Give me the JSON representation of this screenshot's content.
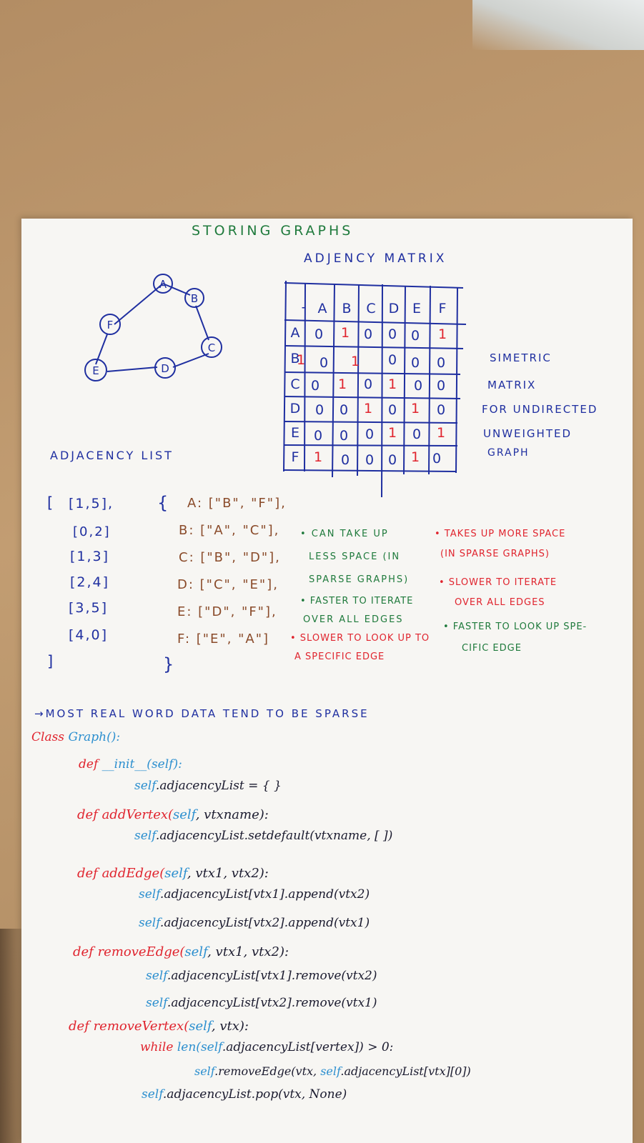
{
  "title": "STORING GRAPHS",
  "matrix": {
    "title": "ADJENCY MATRIX",
    "header": [
      "-",
      "A",
      "B",
      "C",
      "D",
      "E",
      "F"
    ],
    "rows": [
      {
        "label": "A",
        "cells": [
          "0",
          "1",
          "0",
          "0",
          "0",
          "1"
        ]
      },
      {
        "label": "B",
        "cells": [
          "1",
          "0",
          "1",
          "0",
          "0",
          "0"
        ]
      },
      {
        "label": "C",
        "cells": [
          "0",
          "1",
          "0",
          "1",
          "0",
          "0"
        ]
      },
      {
        "label": "D",
        "cells": [
          "0",
          "0",
          "1",
          "0",
          "1",
          "0"
        ]
      },
      {
        "label": "E",
        "cells": [
          "0",
          "0",
          "0",
          "1",
          "0",
          "1"
        ]
      },
      {
        "label": "F",
        "cells": [
          "1",
          "0",
          "0",
          "0",
          "1",
          "0"
        ]
      }
    ],
    "note": [
      "SIMETRIC",
      "MATRIX",
      "FOR UNDIRECTED",
      "UNWEIGHTED",
      "GRAPH"
    ]
  },
  "graph": {
    "nodes": [
      "A",
      "B",
      "C",
      "D",
      "E",
      "F"
    ]
  },
  "list": {
    "title": "ADJACENCY LIST",
    "array_open": "[",
    "array_items": [
      "[1,5],",
      "[0,2]",
      "[1,3]",
      "[2,4]",
      "[3,5]",
      "[4,0]"
    ],
    "array_close": "]",
    "dict_open": "{",
    "dict_items": [
      "A: [\"B\", \"F\"],",
      "B: [\"A\", \"C\"],",
      "C: [\"B\", \"D\"],",
      "D: [\"C\", \"E\"],",
      "E: [\"D\", \"F\"],",
      "F: [\"E\", \"A\"]"
    ],
    "dict_close": "}"
  },
  "list_pros": [
    "• CAN TAKE UP",
    "LESS SPACE (IN",
    "SPARSE GRAPHS)",
    "• FASTER TO ITERATE",
    "OVER ALL EDGES"
  ],
  "list_cons": [
    "• SLOWER TO LOOK UP TO",
    "A SPECIFIC EDGE"
  ],
  "matrix_cons": [
    "• TAKES UP MORE SPACE",
    "(IN SPARSE GRAPHS)",
    "• SLOWER TO ITERATE",
    "OVER ALL EDGES"
  ],
  "matrix_pros": [
    "• FASTER TO LOOK UP SPE-",
    "CIFIC EDGE"
  ],
  "sparse_note": "→MOST REAL WORD DATA TEND TO BE SPARSE",
  "code": {
    "class_kw": "Class",
    "class_name": "Graph():",
    "init_def": "def",
    "init_sig": "__init__(self):",
    "init_self": "self",
    "init_body": ".adjacencyList = { }",
    "addv_def": "def",
    "addv_name": "addVertex(",
    "addv_self": "self",
    "addv_args": ", vtxname):",
    "addv_body_self": "self",
    "addv_body": ".adjacencyList.setdefault(vtxname, [ ])",
    "adde_def": "def",
    "adde_name": "addEdge(",
    "adde_self": "self",
    "adde_args": ", vtx1, vtx2):",
    "adde_b1_self": "self",
    "adde_b1": ".adjacencyList[vtx1].append(vtx2)",
    "adde_b2_self": "self",
    "adde_b2": ".adjacencyList[vtx2].append(vtx1)",
    "reme_def": "def",
    "reme_name": "removeEdge(",
    "reme_self": "self",
    "reme_args": ", vtx1, vtx2):",
    "reme_b1_self": "self",
    "reme_b1": ".adjacencyList[vtx1].remove(vtx2)",
    "reme_b2_self": "self",
    "reme_b2": ".adjacencyList[vtx2].remove(vtx1)",
    "remv_def": "def",
    "remv_name": "removeVertex(",
    "remv_self": "self",
    "remv_args": ", vtx):",
    "while_kw": "while",
    "while_len": "len(",
    "while_self": "self",
    "while_rest": ".adjacencyList[vertex]) > 0:",
    "loop_self": "self",
    "loop_mid": ".removeEdge(vtx,",
    "loop_self2": "self",
    "loop_rest": ".adjacencyList[vtx][0])",
    "pop_self": "self",
    "pop_rest": ".adjacencyList.pop(vtx, None)"
  },
  "colors": {
    "green": "#1f7a3c",
    "blue": "#1f2fa0",
    "red": "#e0242e",
    "dark": "#1b1b2f",
    "light_blue": "#2c8fcf"
  }
}
